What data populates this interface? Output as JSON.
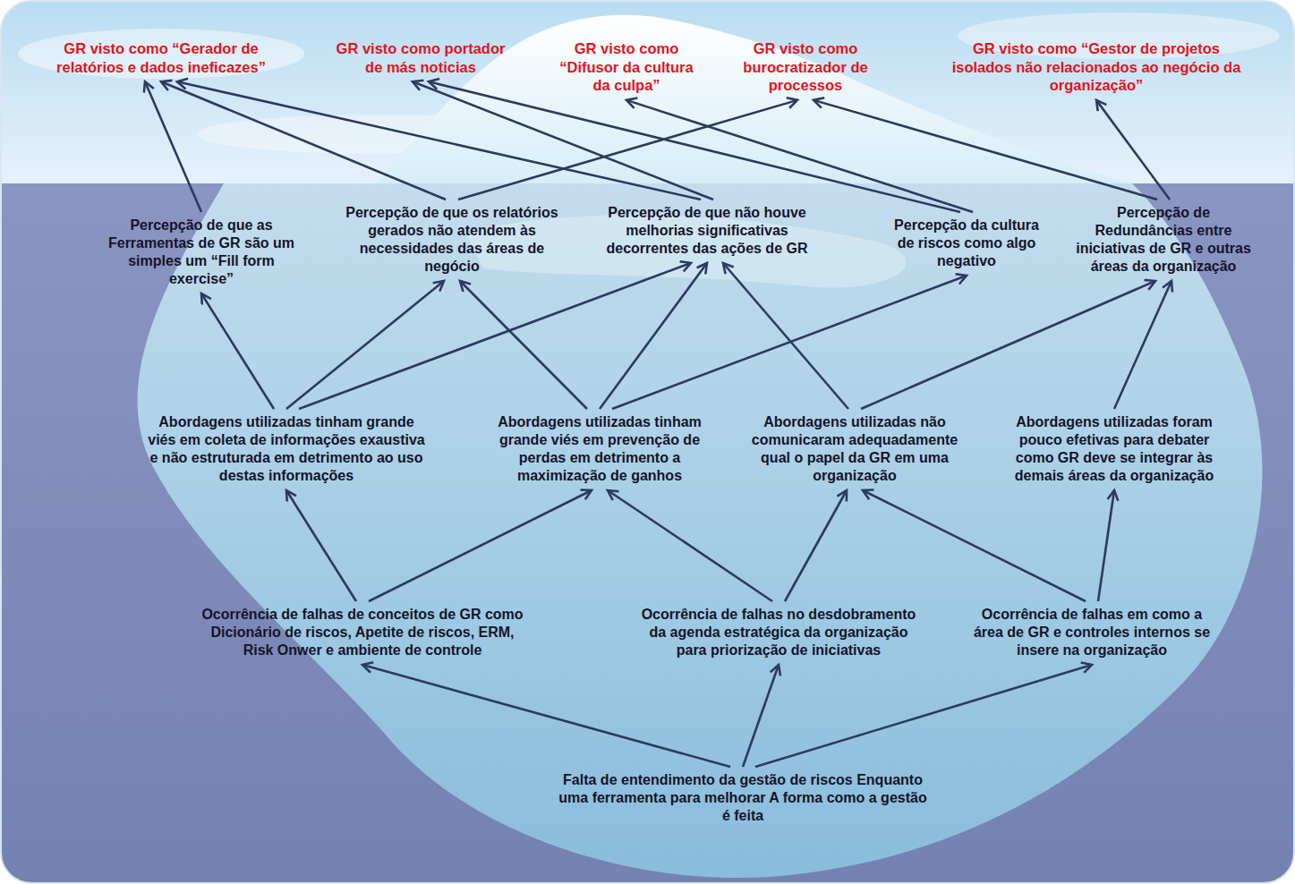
{
  "diagram": {
    "nodes": [
      {
        "text": [
          "GR visto como “Gerador de relatórios e dados ineficazes”"
        ]
      },
      {
        "text": [
          "GR visto como portador de más noticias"
        ]
      },
      {
        "text": [
          "GR visto como “Difusor da cultura da culpa”"
        ]
      },
      {
        "text": [
          "GR visto como burocratizador de processos"
        ]
      },
      {
        "text": [
          "GR visto como “Gestor de projetos isolados não relacionados ao negócio da organização”"
        ]
      },
      {
        "text": [
          "Percepção de que as Ferramentas de GR são um simples um “Fill form exercise”"
        ]
      },
      {
        "text": [
          "Percepção de que os relatórios gerados não atendem às necessidades das áreas de negócio"
        ]
      },
      {
        "text": [
          "Percepção de que não houve melhorias significativas decorrentes das ações de GR"
        ]
      },
      {
        "text": [
          "Percepção da cultura de riscos como algo negativo"
        ]
      },
      {
        "text": [
          "Percepção de Redundâncias entre iniciativas de GR e outras áreas da organização"
        ]
      },
      {
        "text": [
          "Abordagens utilizadas tinham grande viés em coleta de informações exaustiva e não estruturada em detrimento ao uso destas informações"
        ]
      },
      {
        "text": [
          "Abordagens utilizadas tinham grande viés em prevenção de perdas em detrimento a maximização de ganhos"
        ]
      },
      {
        "text": [
          "Abordagens utilizadas não comunicaram adequadamente qual o papel da GR em uma organização"
        ]
      },
      {
        "text": [
          "Abordagens utilizadas foram pouco efetivas para debater como GR deve se integrar às demais áreas da organização"
        ]
      },
      {
        "text": [
          "Ocorrência de falhas de conceitos de GR como Dicionário de riscos, Apetite de riscos, ERM, Risk Onwer e ambiente de controle"
        ]
      },
      {
        "text": [
          "Ocorrência de falhas no desdobramento da agenda estratégica da organização para priorização de iniciativas"
        ]
      },
      {
        "text": [
          "Ocorrência de falhas em como a área de GR e controles internos se insere na organização"
        ]
      },
      {
        "text": [
          "Falta de entendimento da gestão de riscos Enquanto uma ferramenta para melhorar A forma como a gestão é feita"
        ]
      }
    ],
    "edges": [
      {
        "from": 5,
        "to": 0,
        "arrow": "to"
      },
      {
        "from": 6,
        "to": 0,
        "arrow": "to"
      },
      {
        "from": 6,
        "to": 3,
        "arrow": "to"
      },
      {
        "from": 7,
        "to": 0,
        "arrow": "to"
      },
      {
        "from": 7,
        "to": 1,
        "arrow": "to"
      },
      {
        "from": 8,
        "to": 1,
        "arrow": "to"
      },
      {
        "from": 8,
        "to": 2,
        "arrow": "to"
      },
      {
        "from": 9,
        "to": 3,
        "arrow": "to"
      },
      {
        "from": 9,
        "to": 4,
        "arrow": "to"
      },
      {
        "from": 10,
        "to": 5,
        "arrow": "to"
      },
      {
        "from": 10,
        "to": 6,
        "arrow": "to"
      },
      {
        "from": 10,
        "to": 7,
        "arrow": "to"
      },
      {
        "from": 11,
        "to": 6,
        "arrow": "to"
      },
      {
        "from": 11,
        "to": 7,
        "arrow": "to"
      },
      {
        "from": 11,
        "to": 8,
        "arrow": "to"
      },
      {
        "from": 12,
        "to": 7,
        "arrow": "to"
      },
      {
        "from": 12,
        "to": 9,
        "arrow": "to"
      },
      {
        "from": 13,
        "to": 9,
        "arrow": "to"
      },
      {
        "from": 14,
        "to": 10,
        "arrow": "to"
      },
      {
        "from": 14,
        "to": 11,
        "arrow": "to"
      },
      {
        "from": 15,
        "to": 11,
        "arrow": "to"
      },
      {
        "from": 15,
        "to": 12,
        "arrow": "to"
      },
      {
        "from": 16,
        "to": 12,
        "arrow": "to"
      },
      {
        "from": 16,
        "to": 13,
        "arrow": "to"
      },
      {
        "from": 17,
        "to": 14,
        "arrow": "to"
      },
      {
        "from": 17,
        "to": 15,
        "arrow": "to"
      },
      {
        "from": 17,
        "to": 16,
        "arrow": "to"
      }
    ]
  }
}
